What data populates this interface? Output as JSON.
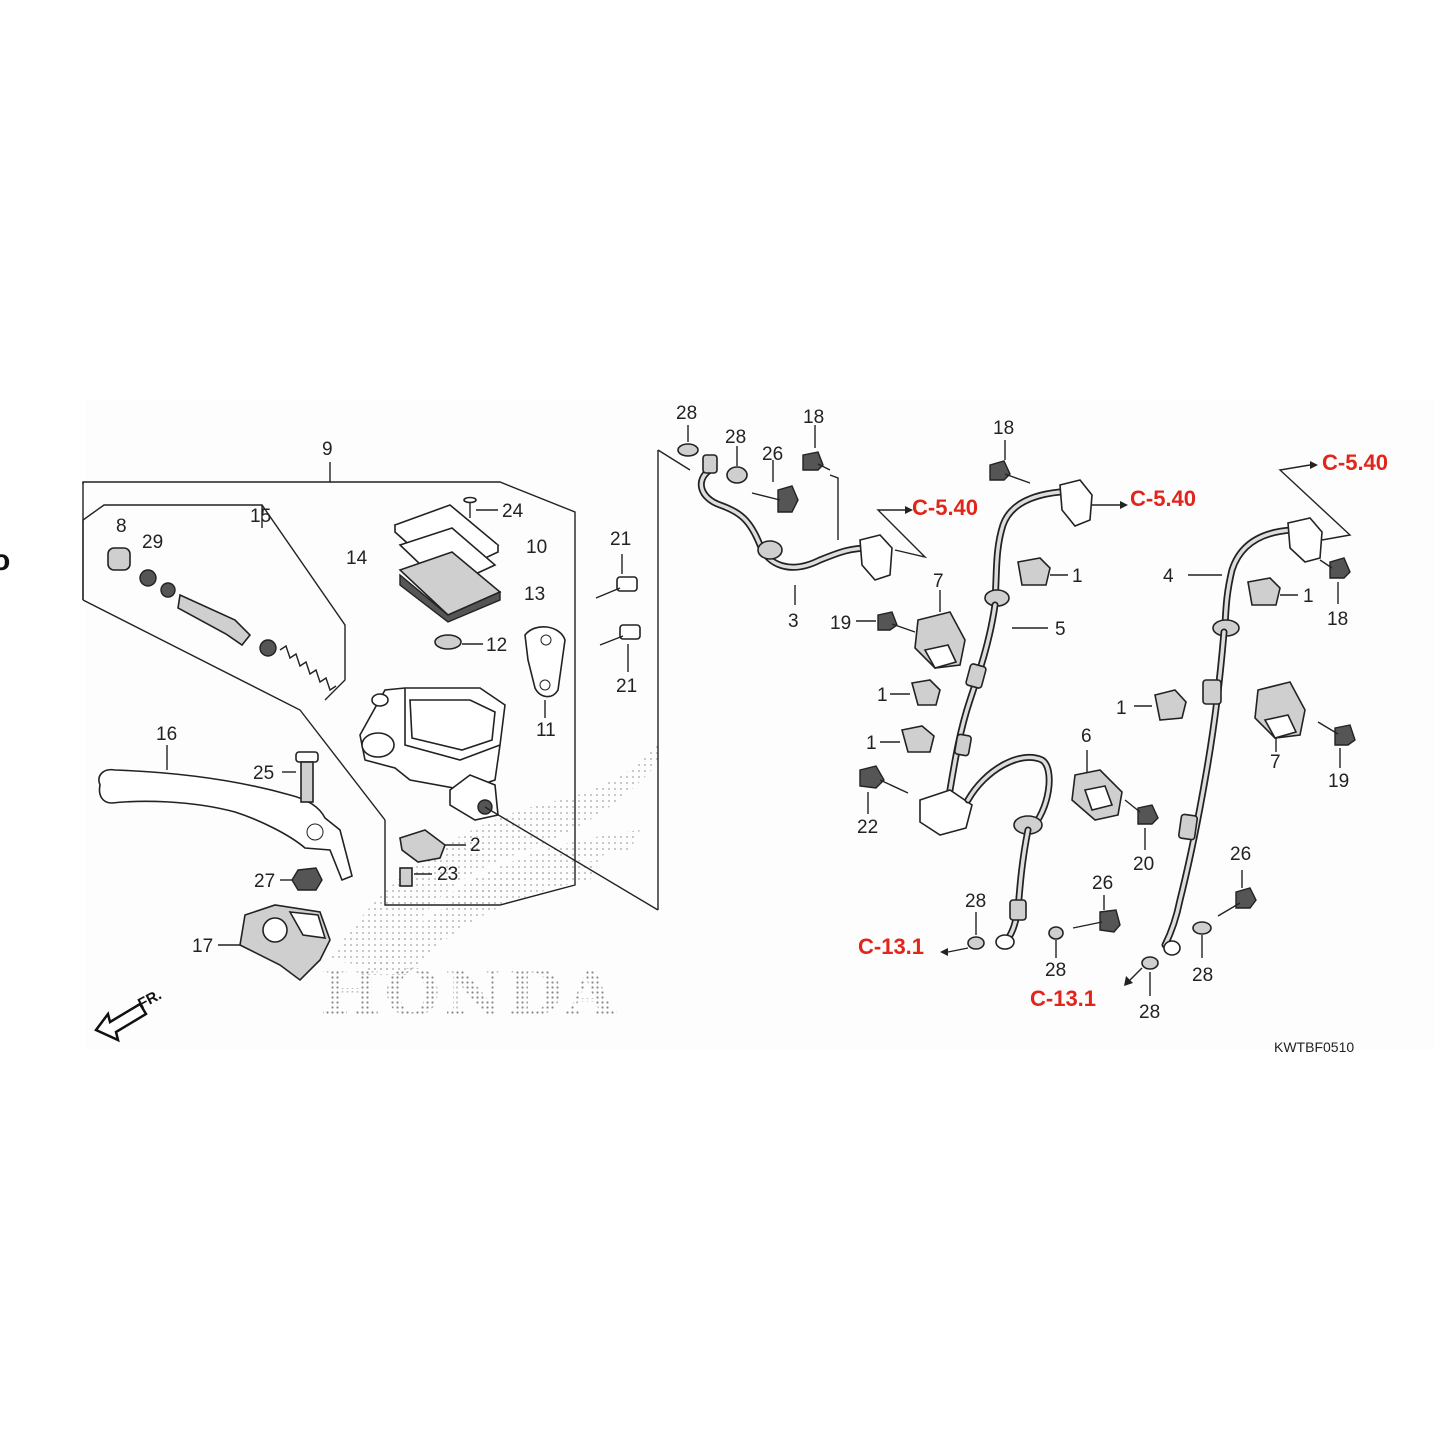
{
  "diagram": {
    "watermark_text": "HONDA",
    "front_arrow_label": "FR.",
    "diagram_code": "KWTBF0510",
    "edge_glyph": "o",
    "callouts": {
      "c1a": "1",
      "c1b": "1",
      "c1c": "1",
      "c1d": "1",
      "c1e": "1",
      "c2": "2",
      "c3": "3",
      "c4": "4",
      "c5": "5",
      "c6": "6",
      "c7a": "7",
      "c7b": "7",
      "c8": "8",
      "c9": "9",
      "c10": "10",
      "c11": "11",
      "c12": "12",
      "c13": "13",
      "c14": "14",
      "c15": "15",
      "c16": "16",
      "c17": "17",
      "c18a": "18",
      "c18b": "18",
      "c18c": "18",
      "c19a": "19",
      "c19b": "19",
      "c20": "20",
      "c21a": "21",
      "c21b": "21",
      "c22": "22",
      "c23": "23",
      "c24": "24",
      "c25": "25",
      "c26a": "26",
      "c26b": "26",
      "c26c": "26",
      "c27": "27",
      "c28a": "28",
      "c28b": "28",
      "c28c": "28",
      "c28d": "28",
      "c28e": "28",
      "c28f": "28",
      "c29": "29"
    },
    "references": {
      "r1": "C-5.40",
      "r2": "C-5.40",
      "r3": "C-5.40",
      "r4": "C-13.1",
      "r5": "C-13.1"
    },
    "colors": {
      "reference": "#e1251b",
      "ink": "#222222"
    }
  }
}
